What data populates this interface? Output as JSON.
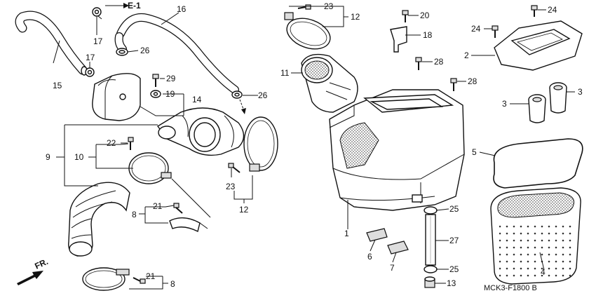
{
  "diagram": {
    "code": "MCK3-F1800 B",
    "front_label": "FR.",
    "ref_label": "E-1",
    "callouts": {
      "p1": "1",
      "p2": "2",
      "p3a": "3",
      "p3b": "3",
      "p4": "4",
      "p5": "5",
      "p6": "6",
      "p7": "7",
      "p8a": "8",
      "p8b": "8",
      "p9": "9",
      "p10": "10",
      "p11": "11",
      "p12a": "12",
      "p12b": "12",
      "p13": "13",
      "p14": "14",
      "p15": "15",
      "p16": "16",
      "p17a": "17",
      "p17b": "17",
      "p18": "18",
      "p19": "19",
      "p20": "20",
      "p21a": "21",
      "p21b": "21",
      "p22": "22",
      "p23a": "23",
      "p23b": "23",
      "p24a": "24",
      "p24b": "24",
      "p25a": "25",
      "p25b": "25",
      "p26a": "26",
      "p26b": "26",
      "p27": "27",
      "p28a": "28",
      "p28b": "28",
      "p29": "29"
    }
  }
}
